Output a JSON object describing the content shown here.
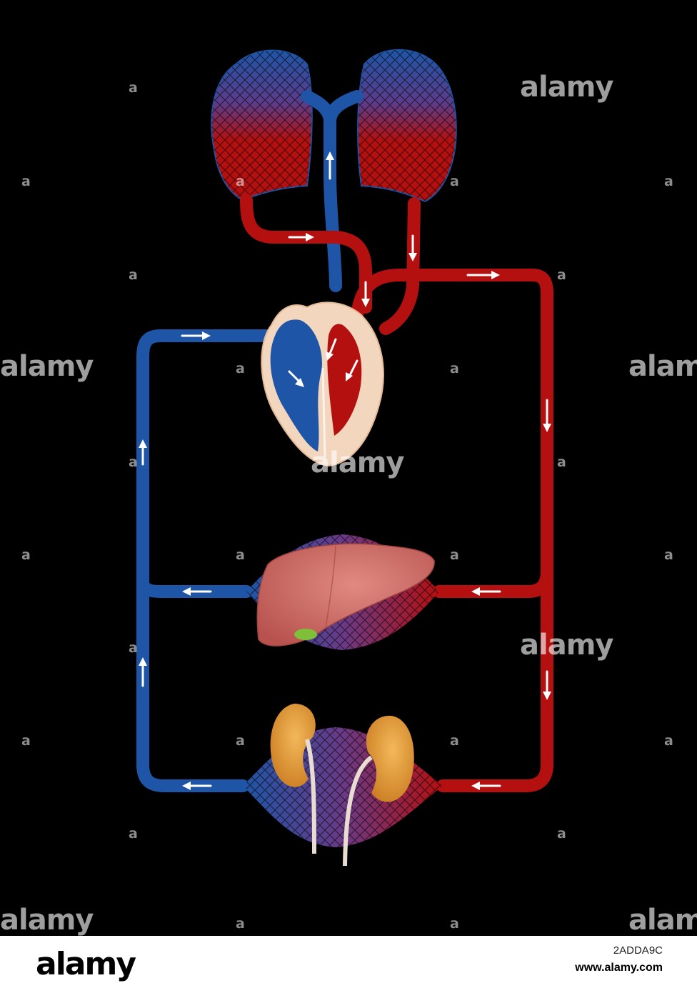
{
  "watermark": {
    "large_text": "alamy",
    "small_text": "a"
  },
  "footer": {
    "brand": "alamy",
    "image_id": "2ADDA9C",
    "url": "www.alamy.com"
  },
  "colors": {
    "oxygenated": "#b41010",
    "deoxygenated": "#1f55a6",
    "heart_tissue": "#f2d6bd",
    "liver": "#c96d68",
    "kidney": "#e59a30",
    "arrow": "#ffffff",
    "background": "#000000"
  },
  "icons": [
    "flow-arrow-icon"
  ]
}
